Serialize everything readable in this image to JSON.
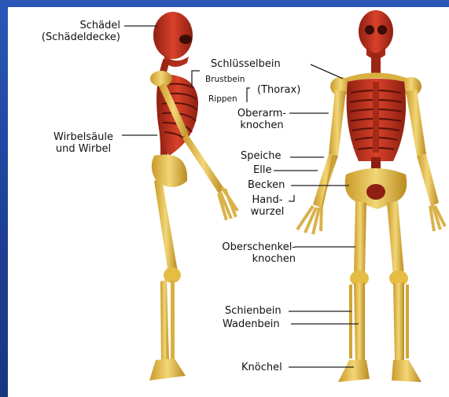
{
  "colors": {
    "bone": "#e8c24a",
    "bone_dark": "#b68a1e",
    "red": "#c8341f",
    "red_dark": "#7d1a10",
    "frame": "#1e3f8f"
  },
  "labels": {
    "schaedel_1": "Schädel",
    "schaedel_2": "(Schädeldecke)",
    "schluesselbein": "Schlüsselbein",
    "brustbein": "Brustbein",
    "rippen": "Rippen",
    "thorax": "(Thorax)",
    "oberarm_1": "Oberarm-",
    "oberarm_2": "knochen",
    "wirbel_1": "Wirbelsäule",
    "wirbel_2": "und Wirbel",
    "speiche": "Speiche",
    "elle": "Elle",
    "becken": "Becken",
    "hand_1": "Hand-",
    "hand_2": "wurzel",
    "oberschenkel_1": "Oberschenkel-",
    "oberschenkel_2": "knochen",
    "schienbein": "Schienbein",
    "wadenbein": "Wadenbein",
    "knoechel": "Knöchel"
  }
}
